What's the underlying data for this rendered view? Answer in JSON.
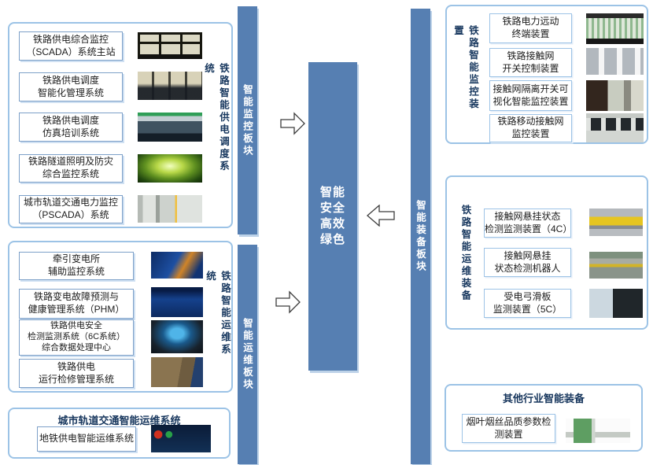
{
  "colors": {
    "pillar_blue": "#567fb2",
    "panel_border": "#9cc3e6",
    "item_border": "#7da0c8",
    "label_navy": "#17375e",
    "pillar_text": "#ffffff"
  },
  "icons": {
    "arrow_right": "block-arrow-right",
    "arrow_left": "block-arrow-left"
  },
  "pillars": {
    "monitor_label": "智能监控板块",
    "ops_label": "智能运维板块",
    "equipment_label": "智能装备板块",
    "center_lines": [
      "智能",
      "安全",
      "高效",
      "绿色"
    ]
  },
  "left_top": {
    "side_label": "铁路智能供电调度系统",
    "items": [
      {
        "label": "铁路供电综合监控\n（SCADA）系统主站",
        "photo": "scada-video-wall"
      },
      {
        "label": "铁路供电调度\n智能化管理系统",
        "photo": "dispatch-control-room"
      },
      {
        "label": "铁路供电调度\n仿真培训系统",
        "photo": "simulation-training-room"
      },
      {
        "label": "铁路隧道照明及防灾\n综合监控系统",
        "photo": "railway-tunnel"
      },
      {
        "label": "城市轨道交通电力监控\n（PSCADA）系统",
        "photo": "power-cabinets"
      }
    ]
  },
  "left_mid": {
    "side_label": "铁路智能运维系统",
    "items": [
      {
        "label": "牵引变电所\n辅助监控系统",
        "photo": "substation-aux-monitor"
      },
      {
        "label": "铁路变电故障预测与\n健康管理系统（PHM）",
        "photo": "phm-dashboard"
      },
      {
        "label": "铁路供电安全\n检测监测系统（6C系统）\n综合数据处理中心",
        "photo": "6c-data-center"
      },
      {
        "label": "铁路供电\n运行检修管理系统",
        "photo": "gis-map-view"
      }
    ]
  },
  "left_bottom": {
    "title": "城市轨道交通智能运维系统",
    "items": [
      {
        "label": "地铁供电智能运维系统",
        "photo": "metro-om-dashboard"
      }
    ]
  },
  "right_top": {
    "side_label": "铁路智能监控装置",
    "items": [
      {
        "label": "铁路电力远动\n终端装置",
        "photo": "rtu-rack"
      },
      {
        "label": "铁路接触网\n开关控制装置",
        "photo": "switch-control-cabinets"
      },
      {
        "label": "接触网隔离开关可\n视化智能监控装置",
        "photo": "disconnector-monitor"
      },
      {
        "label": "铁路移动接触网\n监控装置",
        "photo": "mobile-ocs-monitor"
      }
    ]
  },
  "right_mid": {
    "side_label": "铁路智能运维装备",
    "items": [
      {
        "label": "接触网悬挂状态\n检测监测装置（4C）",
        "photo": "4c-inspection-train"
      },
      {
        "label": "接触网悬挂\n状态检测机器人",
        "photo": "ocs-inspection-robot"
      },
      {
        "label": "受电弓滑板\n监测装置（5C）",
        "photo": "5c-pantograph-monitor"
      }
    ]
  },
  "right_bottom": {
    "title": "其他行业智能装备",
    "items": [
      {
        "label": "烟叶烟丝品质参数检\n测装置",
        "photo": "tobacco-inspection-device"
      }
    ]
  }
}
